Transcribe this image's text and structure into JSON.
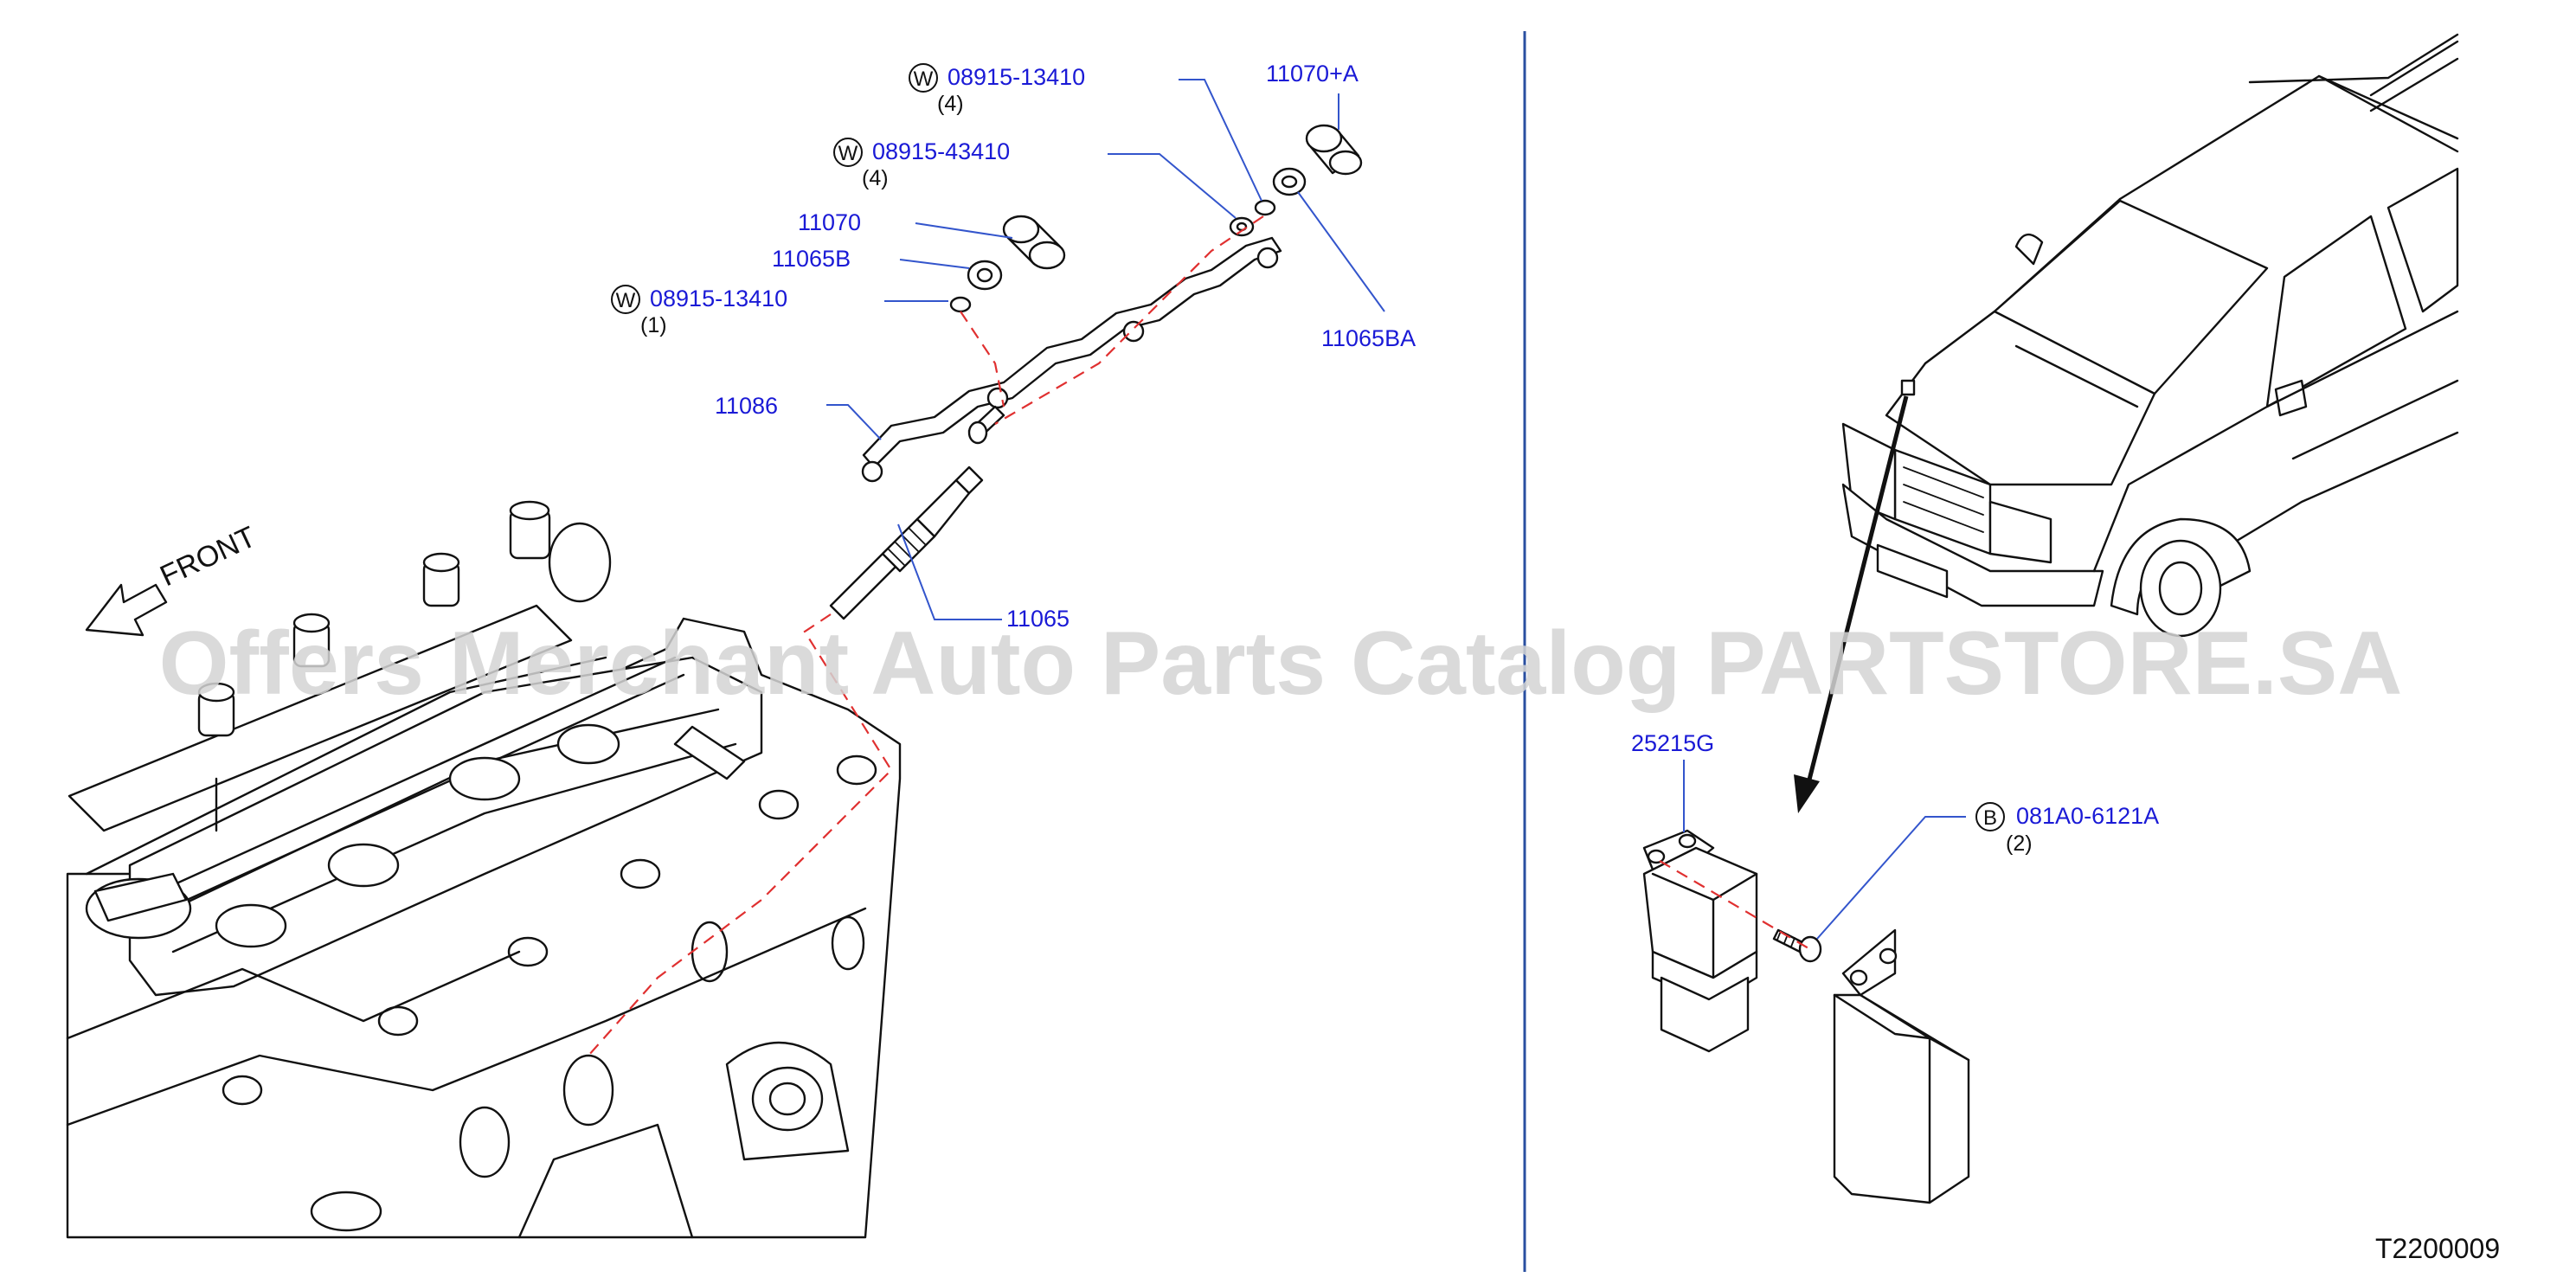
{
  "watermark": "Offers Merchant Auto Parts Catalog PARTSTORE.SA",
  "diagram_code": "T2200009",
  "front_label": "FRONT",
  "colors": {
    "part_label": "#1a1ad6",
    "leader": "#3355cc",
    "dashed_line": "#e03030",
    "divider": "#2a4fa0",
    "watermark": "#d4d4d4"
  },
  "callouts": {
    "washer_top": {
      "symbol": "W",
      "part": "08915-13410",
      "qty": "(4)"
    },
    "washer_mid": {
      "symbol": "W",
      "part": "08915-43410",
      "qty": "(4)"
    },
    "washer_low": {
      "symbol": "W",
      "part": "08915-13410",
      "qty": "(1)"
    },
    "nut_a": {
      "part": "11070+A"
    },
    "nut_b": {
      "part": "11070"
    },
    "nut_c": {
      "part": "11065B"
    },
    "nut_ba": {
      "part": "11065BA"
    },
    "bus_bar": {
      "part": "11086"
    },
    "glow_plug": {
      "part": "11065"
    },
    "relay": {
      "part": "25215G"
    },
    "bolt": {
      "symbol": "B",
      "part": "081A0-6121A",
      "qty": "(2)"
    }
  }
}
